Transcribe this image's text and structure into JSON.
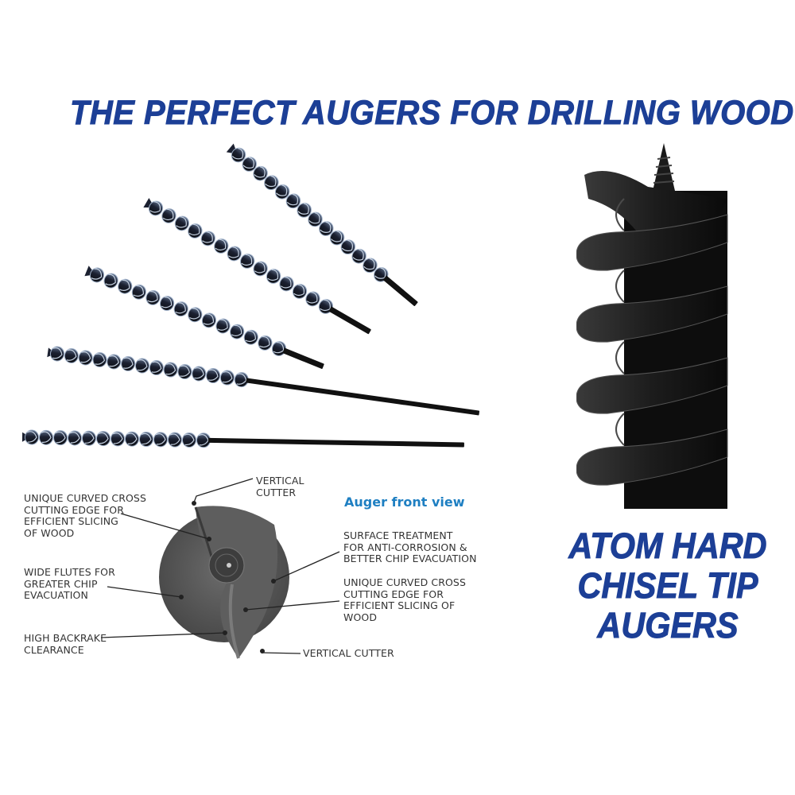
{
  "headline": "THE PERFECT AUGERS FOR DRILLING WOOD",
  "side_title": {
    "lines": [
      "ATOM HARD",
      "CHISEL TIP",
      "AUGERS"
    ]
  },
  "front_view": {
    "title": "Auger front view",
    "callouts": {
      "vertical_cutter_top": [
        "VERTICAL",
        "CUTTER"
      ],
      "curved_edge_left": [
        "UNIQUE CURVED CROSS",
        "CUTTING EDGE FOR",
        "EFFICIENT SLICING",
        "OF WOOD"
      ],
      "wide_flutes": [
        "WIDE FLUTES FOR",
        "GREATER CHIP",
        "EVACUATION"
      ],
      "backrake": [
        "HIGH BACKRAKE",
        "CLEARANCE"
      ],
      "surface_treatment": [
        "SURFACE TREATMENT",
        "FOR ANTI-CORROSION &",
        "BETTER CHIP EVACUATION"
      ],
      "curved_edge_right": [
        "UNIQUE CURVED CROSS",
        "CUTTING EDGE FOR",
        "EFFICIENT SLICING OF",
        "WOOD"
      ],
      "vertical_cutter_bottom": [
        "VERTICAL CUTTER"
      ]
    }
  },
  "colors": {
    "brand_blue": "#1c3f96",
    "accent_blue": "#1e7fc2",
    "label_text": "#333333",
    "steel_dark": "#1a1d24",
    "disc_gray": "#555555"
  },
  "products": [
    {
      "name": "auger-bit-1",
      "style": "short-shank"
    },
    {
      "name": "auger-bit-2",
      "style": "short-shank"
    },
    {
      "name": "auger-bit-3",
      "style": "short-shank"
    },
    {
      "name": "auger-bit-4",
      "style": "long-shank"
    },
    {
      "name": "auger-bit-5",
      "style": "long-shank"
    }
  ]
}
